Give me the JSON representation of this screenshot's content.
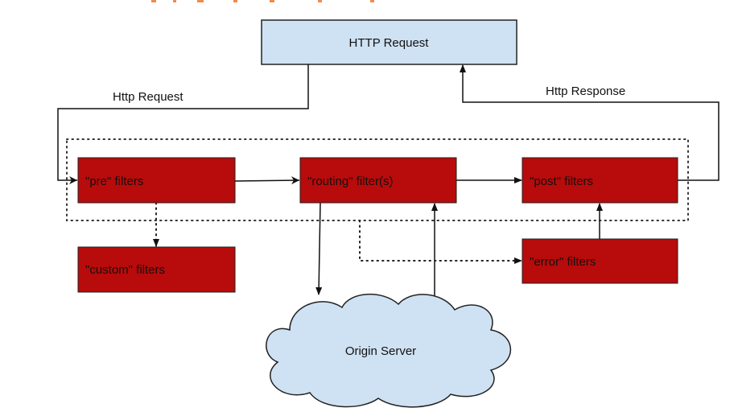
{
  "colors": {
    "filter_fill": "#b80b0b",
    "request_fill": "#cfe2f3",
    "cloud_fill": "#cfe2f3",
    "stroke": "#222222"
  },
  "nodes": {
    "http_request": "HTTP Request",
    "pre": "\"pre\" filters",
    "routing": "\"routing\" filter(s)",
    "post": "\"post\" filters",
    "custom": "\"custom\" filters",
    "error": "\"error\" filters",
    "origin": "Origin Server"
  },
  "edges": {
    "http_request_label": "Http Request",
    "http_response_label": "Http Response"
  }
}
